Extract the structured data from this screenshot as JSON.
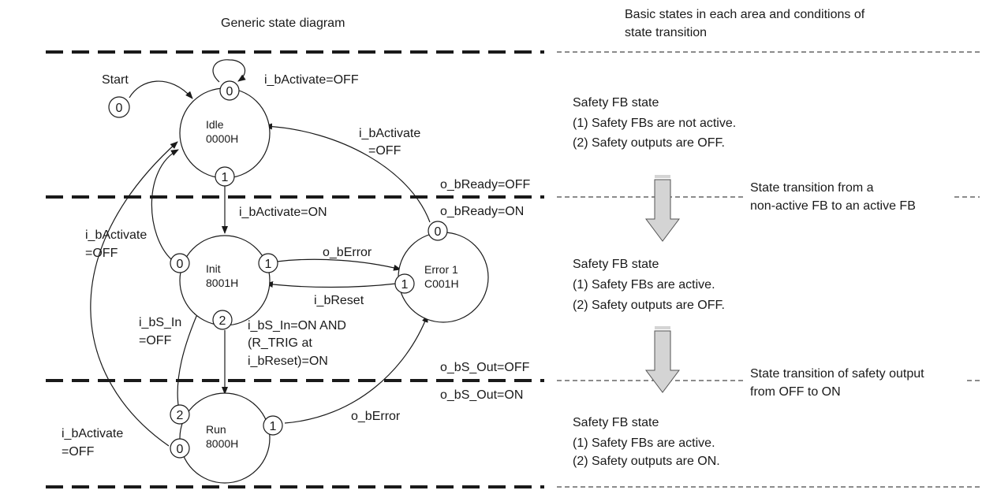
{
  "headers": {
    "left": "Generic state diagram",
    "right_line1": "Basic states in each area and conditions of",
    "right_line2": "state transition"
  },
  "start": {
    "label": "Start",
    "port": "0"
  },
  "states": {
    "idle": {
      "name": "Idle",
      "code": "0000H",
      "ports": {
        "top": "0",
        "bottom": "1"
      }
    },
    "init": {
      "name": "Init",
      "code": "8001H",
      "ports": {
        "left": "0",
        "right": "1",
        "bottom": "2"
      }
    },
    "error": {
      "name": "Error 1",
      "code": "C001H",
      "ports": {
        "top": "0",
        "left": "1"
      }
    },
    "run": {
      "name": "Run",
      "code": "8000H",
      "ports": {
        "top": "2",
        "left": "0",
        "right": "1"
      }
    }
  },
  "transitions": {
    "idle_self": "i_bActivate=OFF",
    "error_to_idle_1": "i_bActivate",
    "error_to_idle_2": "=OFF",
    "idle_to_init": "i_bActivate=ON",
    "init_to_idle_1": "i_bActivate",
    "init_to_idle_2": "=OFF",
    "init_to_error": "o_bError",
    "error_to_init": "i_bReset",
    "run_to_init_1": "i_bS_In",
    "run_to_init_2": "=OFF",
    "init_to_run_1": "i_bS_In=ON AND",
    "init_to_run_2": "(R_TRIG at",
    "init_to_run_3": "i_bReset)=ON",
    "run_to_error": "o_bError",
    "run_to_idle_1": "i_bActivate",
    "run_to_idle_2": "=OFF"
  },
  "boundaries": {
    "b1_above": "o_bReady=OFF",
    "b1_below": "o_bReady=ON",
    "b2_above": "o_bS_Out=OFF",
    "b2_below": "o_bS_Out=ON"
  },
  "right_panel": {
    "section1": {
      "title": "Safety FB state",
      "line1": "(1) Safety FBs are not active.",
      "line2": "(2) Safety outputs are OFF."
    },
    "transition1_line1": "State transition from a",
    "transition1_line2": "non-active FB to an active FB",
    "section2": {
      "title": "Safety FB state",
      "line1": "(1) Safety FBs are active.",
      "line2": "(2) Safety outputs are OFF."
    },
    "transition2_line1": "State transition of safety output",
    "transition2_line2": "from OFF to ON",
    "section3": {
      "title": "Safety FB state",
      "line1": "(1) Safety FBs are active.",
      "line2": "(2) Safety outputs are ON."
    }
  }
}
